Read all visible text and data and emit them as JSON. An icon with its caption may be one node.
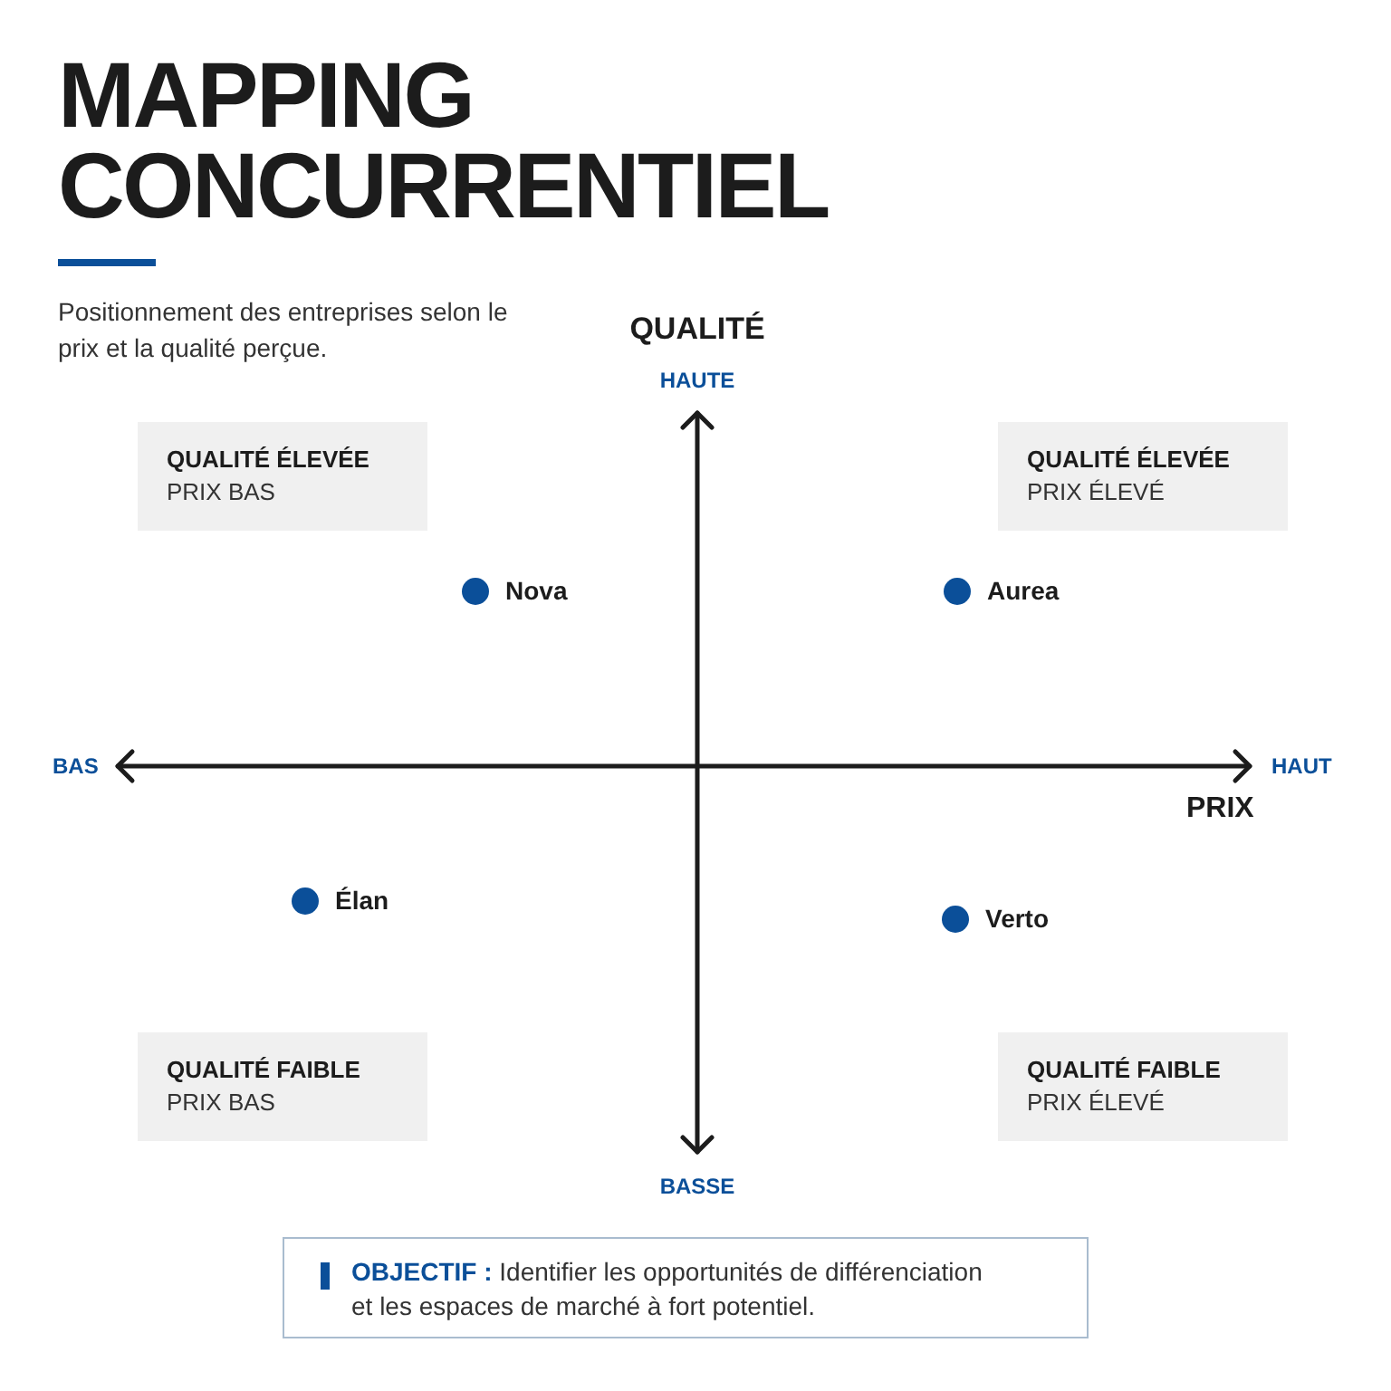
{
  "diagram": {
    "title": "MAPPING CONCURRENTIEL",
    "nodes": [
      {
        "text": [
          "QUALITÉ ÉLEVÉE",
          "PRIX BAS"
        ]
      },
      {
        "text": [
          "QUALITÉ ÉLEVÉE",
          "PRIX ÉLEVÉ"
        ]
      },
      {
        "text": [],
        "shape": "circle",
        "beside": [
          "Nova"
        ]
      },
      {
        "text": [],
        "shape": "circle",
        "beside": [
          "Aurea"
        ]
      },
      {
        "text": [],
        "shape": "circle",
        "beside": [
          "Élan"
        ]
      },
      {
        "text": [],
        "shape": "circle",
        "beside": [
          "Verto"
        ]
      },
      {
        "text": [
          "QUALITÉ FAIBLE",
          "PRIX BAS"
        ]
      },
      {
        "text": [
          "QUALITÉ FAIBLE",
          "PRIX ÉLEVÉ"
        ]
      },
      {
        "text": [
          "**OBJECTIF :** Identifier les opportunités de différenciation et les espaces de marché à fort potentiel."
        ]
      }
    ],
    "labels": [
      "Positionnement des entreprises selon le prix et la qualité perçue.",
      "QUALITÉ",
      "HAUTE",
      "BAS",
      "HAUT",
      "PRIX",
      "BASSE"
    ]
  }
}
